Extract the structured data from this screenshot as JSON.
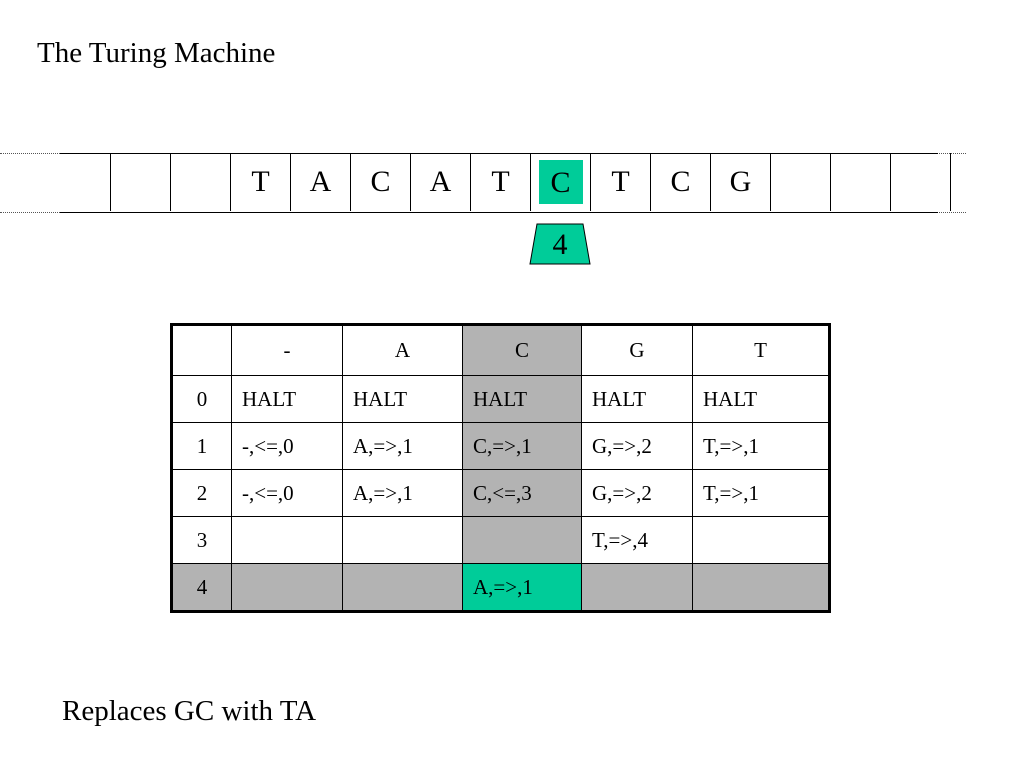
{
  "title": "The Turing Machine",
  "caption": "Replaces GC with TA",
  "tape": {
    "cells": [
      "",
      "",
      "",
      "T",
      "A",
      "C",
      "A",
      "T",
      "C",
      "T",
      "C",
      "G",
      "",
      "",
      ""
    ],
    "head_index": 8
  },
  "head": {
    "state": "4"
  },
  "colors": {
    "highlight": "#00cc99",
    "active_gray": "#b3b3b3"
  },
  "table": {
    "headers": [
      "",
      "-",
      "A",
      "C",
      "G",
      "T"
    ],
    "rows": [
      {
        "state": "0",
        "cells": [
          "HALT",
          "HALT",
          "HALT",
          "HALT",
          "HALT"
        ]
      },
      {
        "state": "1",
        "cells": [
          "-,<=,0",
          "A,=>,1",
          "C,=>,1",
          "G,=>,2",
          "T,=>,1"
        ]
      },
      {
        "state": "2",
        "cells": [
          "-,<=,0",
          "A,=>,1",
          "C,<=,3",
          "G,=>,2",
          "T,=>,1"
        ]
      },
      {
        "state": "3",
        "cells": [
          "",
          "",
          "",
          "T,=>,4",
          ""
        ]
      },
      {
        "state": "4",
        "cells": [
          "",
          "",
          "A,=>,1",
          "",
          ""
        ]
      }
    ]
  }
}
